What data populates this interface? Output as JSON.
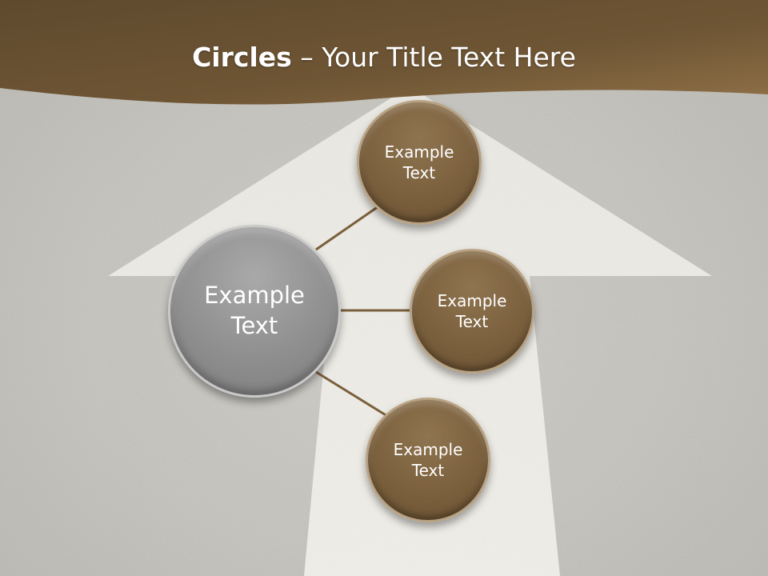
{
  "title": {
    "bold": "Circles",
    "rest": " – Your Title Text Here"
  },
  "colors": {
    "banner": "#7a5f3c",
    "brown_circle": "#7a5f3c",
    "gray_circle": "#8f8f8f",
    "connector": "#7a5f3c",
    "arrow": "#f2f0ea"
  },
  "main_circle": {
    "line1": "Example",
    "line2": "Text"
  },
  "satellites": [
    {
      "line1": "Example",
      "line2": "Text"
    },
    {
      "line1": "Example",
      "line2": "Text"
    },
    {
      "line1": "Example",
      "line2": "Text"
    }
  ]
}
